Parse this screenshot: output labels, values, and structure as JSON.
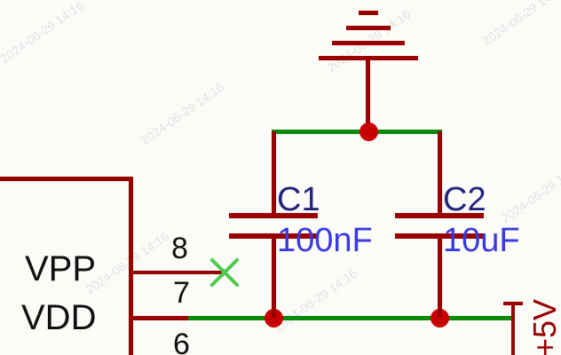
{
  "watermark": {
    "text": "2024-06-29 14:16"
  },
  "colors": {
    "symbol_maroon": "#990000",
    "wire_green": "#0a8a0a",
    "junction_red": "#c80000",
    "noconnect_green": "#4ec94e",
    "ref_blue": "#23237d",
    "value_blue": "#3a3ade"
  },
  "ic": {
    "pins": [
      {
        "number": "8",
        "name": "VPP"
      },
      {
        "number": "7",
        "name": "VDD"
      },
      {
        "number": "6",
        "name": ""
      }
    ]
  },
  "capacitors": [
    {
      "ref": "C1",
      "value": "100nF"
    },
    {
      "ref": "C2",
      "value": "10uF"
    }
  ],
  "power": {
    "net": "+5V"
  }
}
